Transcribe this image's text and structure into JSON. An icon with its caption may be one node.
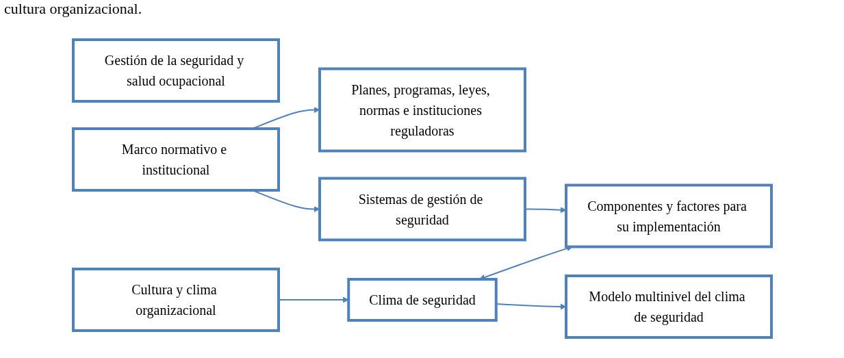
{
  "diagram": {
    "nodes": [
      {
        "text": [
          "Gestión de la seguridad y salud ocupacional"
        ]
      },
      {
        "text": [
          "Marco normativo e institucional"
        ]
      },
      {
        "text": [
          "Planes, programas, leyes, normas e instituciones reguladoras"
        ]
      },
      {
        "text": [
          "Sistemas de gestión de seguridad"
        ]
      },
      {
        "text": [
          "Componentes y factores para su implementación"
        ]
      },
      {
        "text": [
          "Cultura y clima organizacional"
        ]
      },
      {
        "text": [
          "Clima de seguridad"
        ]
      },
      {
        "text": [
          "Modelo multinivel del clima de seguridad"
        ]
      }
    ],
    "edges": [
      {
        "from": 1,
        "to": 2,
        "arrow": "to"
      },
      {
        "from": 1,
        "to": 3,
        "arrow": "to"
      },
      {
        "from": 3,
        "to": 4,
        "arrow": "to"
      },
      {
        "from": 6,
        "to": 4,
        "arrow": "both"
      },
      {
        "from": 5,
        "to": 6,
        "arrow": "to"
      },
      {
        "from": 6,
        "to": 7,
        "arrow": "to"
      }
    ],
    "labels": [
      "cultura organizacional."
    ]
  }
}
